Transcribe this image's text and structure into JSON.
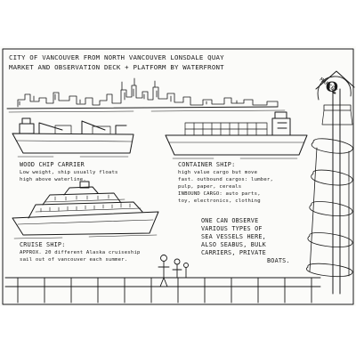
{
  "title": {
    "line1": "CITY OF VANCOUVER FROM NORTH VANCOUVER LONSDALE QUAY",
    "line2": "MARKET AND OBSERVATION DECK + PLATFORM BY WATERFRONT"
  },
  "tower_sign": "MARKET",
  "tower_letter": "Q",
  "wood_chip": {
    "heading": "WOOD CHIP CARRIER",
    "lines": [
      "Low weight, ship usually floats",
      "high above waterline."
    ]
  },
  "container": {
    "heading": "CONTAINER SHIP:",
    "lines": [
      "high value cargo but move",
      "fast. outbound cargos: lumber,",
      "pulp, paper, cereals",
      "INBOUND CARGO: auto parts,",
      "toy, electronics, clothing"
    ]
  },
  "cruise": {
    "heading": "CRUISE SHIP:",
    "lines": [
      "APPROX. 20 different Alaska cruiseship",
      "sail out of vancouver each summer."
    ]
  },
  "observe": {
    "lines": [
      "ONE CAN OBSERVE",
      "VARIOUS TYPES OF",
      "SEA VESSELS HERE,",
      "ALSO SEABUS, BULK",
      "CARRIERS, PRIVATE",
      "BOATS."
    ]
  },
  "colors": {
    "ink": "#1a1a1a",
    "paper": "#fbfbf9"
  }
}
